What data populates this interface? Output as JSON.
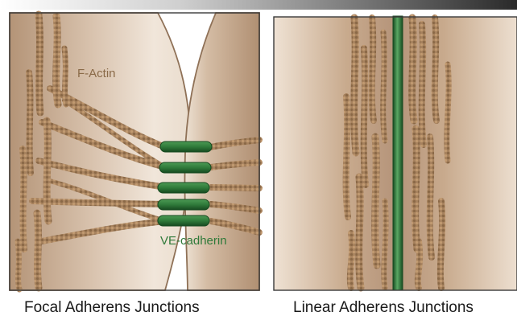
{
  "panels": {
    "left": {
      "caption": "Focal Adherens Junctions",
      "label_actin": "F-Actin",
      "label_cadherin": "VE-cadherin"
    },
    "right": {
      "caption": "Linear Adherens Junctions"
    }
  },
  "colors": {
    "cell_fill": "#c9ab8f",
    "cell_edge": "#8f7157",
    "actin": "#a7825e",
    "actin_dark": "#7b5c3f",
    "cadherin": "#2f7a3a",
    "cadherin_dark": "#184a22"
  }
}
